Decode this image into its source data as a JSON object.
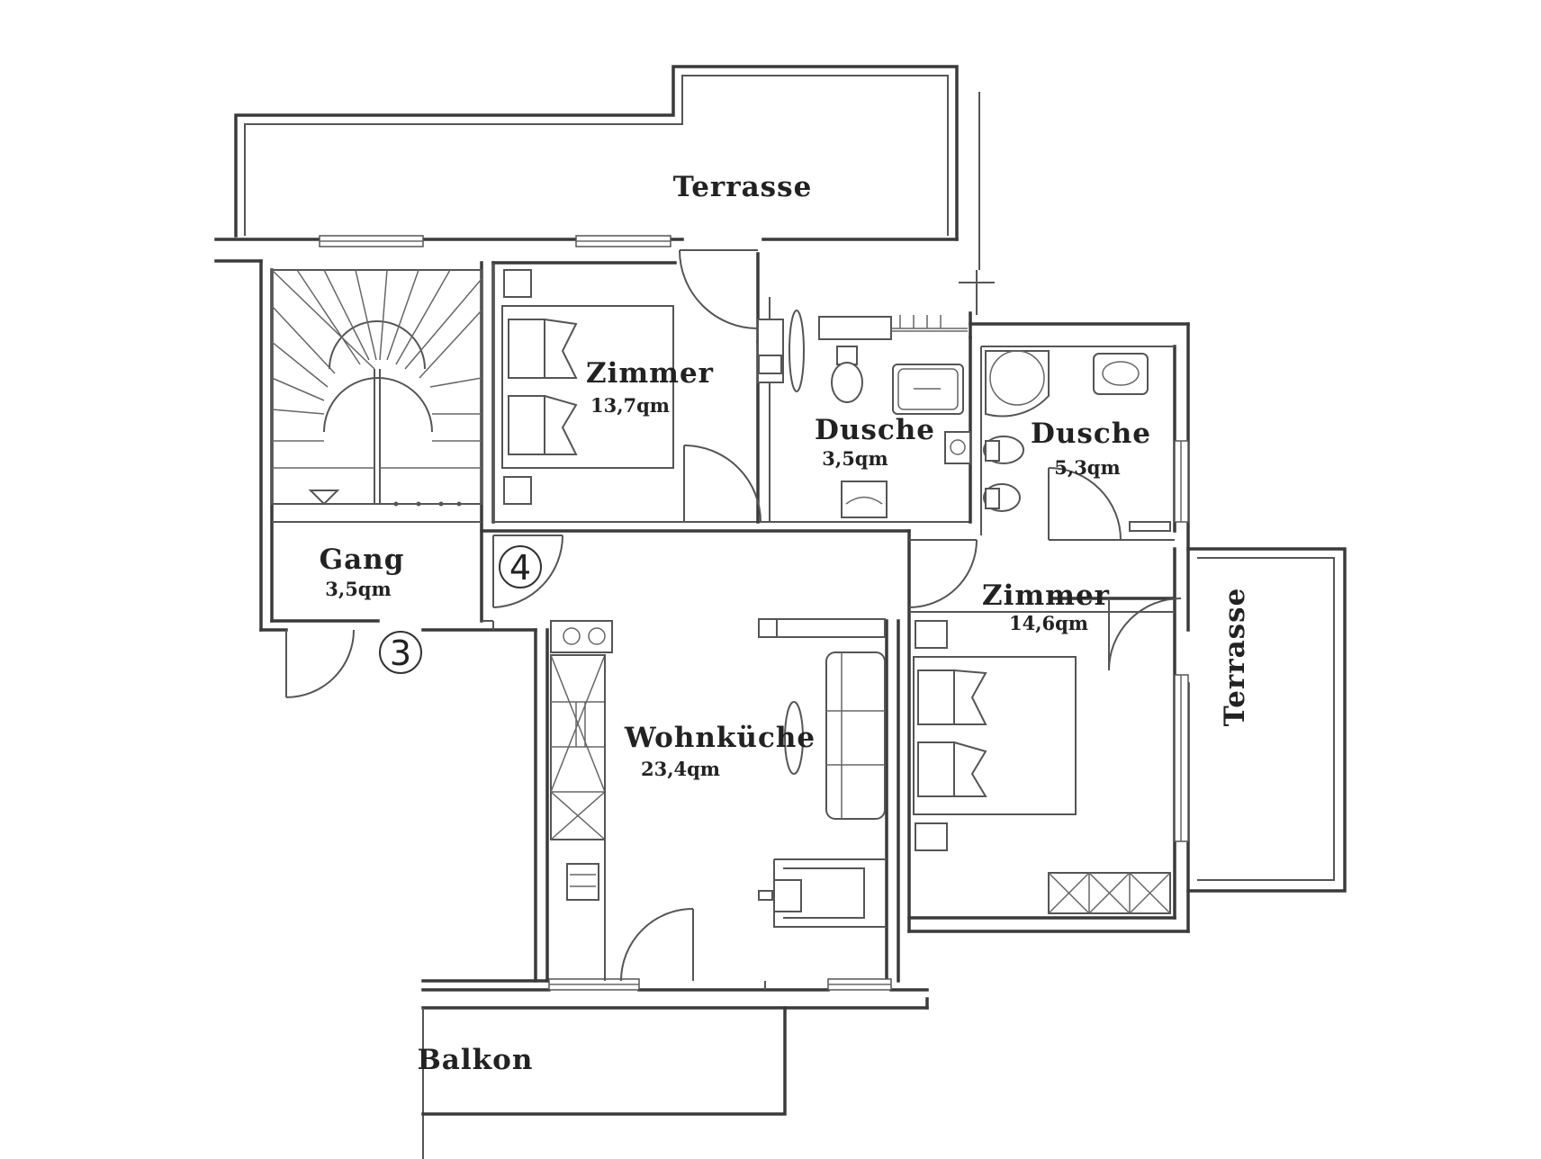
{
  "rooms": {
    "terrasse_top": {
      "name": "Terrasse"
    },
    "terrasse_right": {
      "name": "Terrasse"
    },
    "zimmer_1": {
      "name": "Zimmer",
      "area": "13,7qm"
    },
    "dusche_1": {
      "name": "Dusche",
      "area": "3,5qm"
    },
    "dusche_2": {
      "name": "Dusche",
      "area": "5,3qm"
    },
    "gang": {
      "name": "Gang",
      "area": "3,5qm"
    },
    "wohnkueche": {
      "name": "Wohnküche",
      "area": "23,4qm"
    },
    "zimmer_2": {
      "name": "Zimmer",
      "area": "14,6qm"
    },
    "balkon": {
      "name": "Balkon"
    }
  },
  "markers": {
    "entrance_3": "3",
    "entrance_4": "4"
  }
}
